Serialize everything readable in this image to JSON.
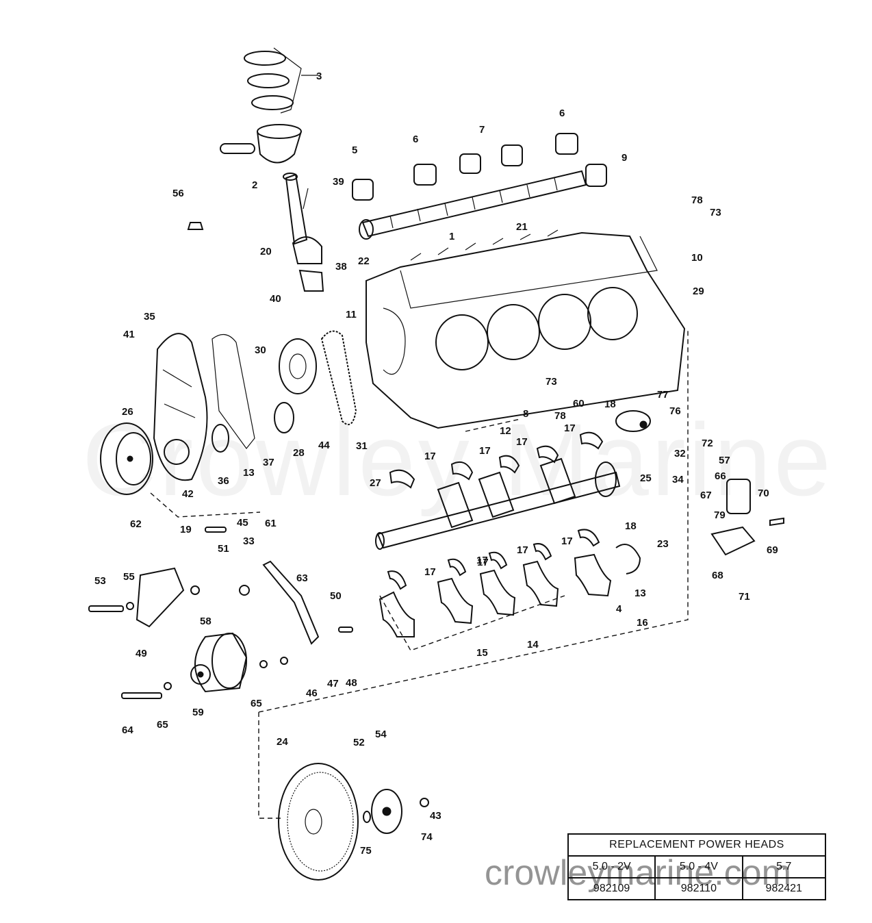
{
  "callouts": [
    "1",
    "2",
    "3",
    "4",
    "5",
    "6",
    "6",
    "7",
    "8",
    "9",
    "10",
    "11",
    "12",
    "13",
    "13",
    "14",
    "15",
    "16",
    "17",
    "17",
    "17",
    "17",
    "17",
    "17",
    "17",
    "17",
    "17",
    "18",
    "18",
    "19",
    "20",
    "21",
    "22",
    "23",
    "24",
    "25",
    "26",
    "27",
    "28",
    "29",
    "30",
    "31",
    "32",
    "33",
    "34",
    "35",
    "36",
    "37",
    "38",
    "39",
    "40",
    "41",
    "42",
    "43",
    "44",
    "45",
    "46",
    "47",
    "48",
    "49",
    "50",
    "51",
    "52",
    "53",
    "54",
    "55",
    "56",
    "57",
    "58",
    "59",
    "60",
    "61",
    "62",
    "63",
    "64",
    "65",
    "65",
    "66",
    "67",
    "68",
    "69",
    "70",
    "71",
    "72",
    "73",
    "73",
    "74",
    "75",
    "76",
    "77",
    "78",
    "78",
    "79"
  ],
  "watermark": "Crowley Marine",
  "site_watermark": "crowleymarine.com",
  "table": {
    "title": "REPLACEMENT POWER HEADS",
    "headers": [
      "5.0 - 2V",
      "5.0 - 4V",
      "5.7"
    ],
    "values": [
      "982109",
      "982110",
      "982421"
    ]
  }
}
